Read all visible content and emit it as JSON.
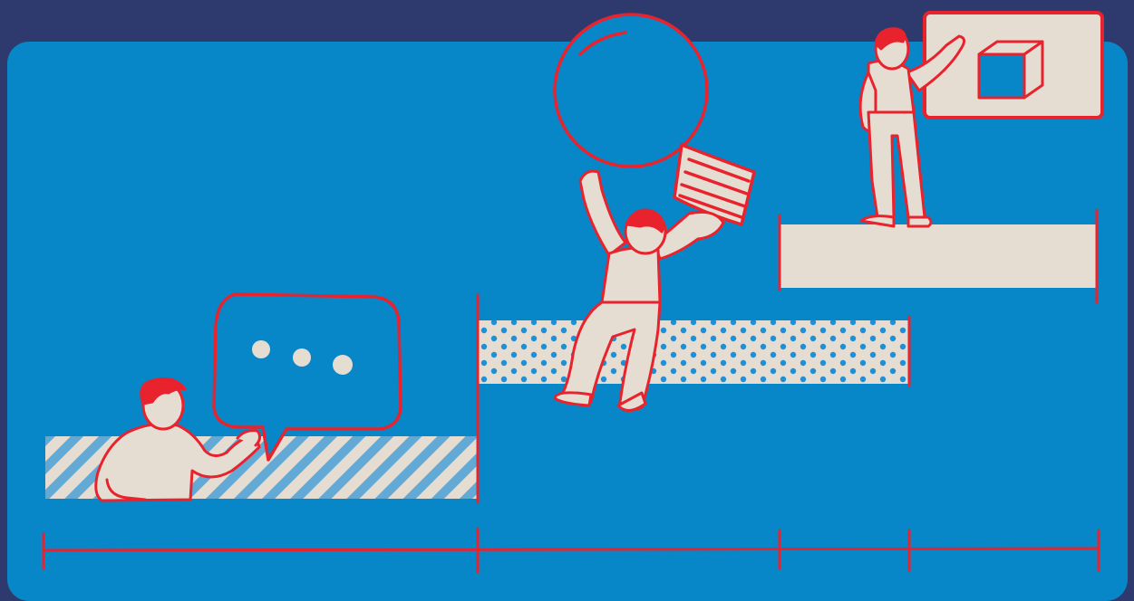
{
  "colors": {
    "frame_bg": "#2e3a6e",
    "panel_bg": "#0787c8",
    "cream": "#e6ddd2",
    "red": "#e8232d",
    "stripe_blue": "#62a9d6",
    "dot_blue": "#1f8fd6"
  },
  "stages": [
    {
      "name": "stage-1-communicate",
      "fill": "diagonal-stripes",
      "icon": "speech-bubble-icon"
    },
    {
      "name": "stage-2-idea",
      "fill": "polka-dots",
      "icon": "lightbulb-icon"
    },
    {
      "name": "stage-3-present",
      "fill": "solid",
      "icon": "cube-board-icon"
    }
  ],
  "timeline": {
    "tick_count": 5
  }
}
